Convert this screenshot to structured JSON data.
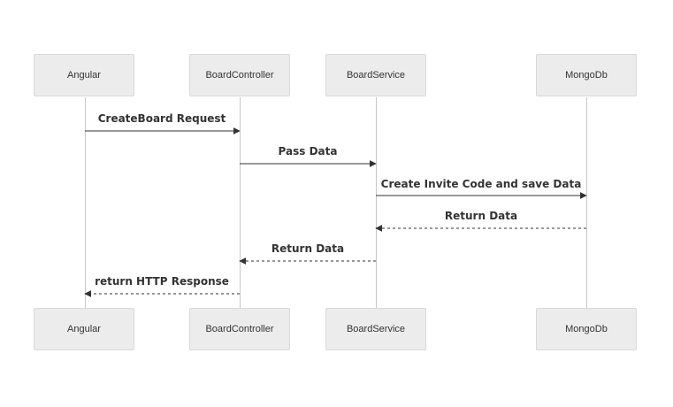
{
  "participants": [
    {
      "id": "angular",
      "label": "Angular"
    },
    {
      "id": "boardcontroller",
      "label": "BoardController"
    },
    {
      "id": "boardservice",
      "label": "BoardService"
    },
    {
      "id": "mongodb",
      "label": "MongoDb"
    }
  ],
  "messages": [
    {
      "from": "angular",
      "to": "boardcontroller",
      "label": "CreateBoard Request",
      "style": "solid"
    },
    {
      "from": "boardcontroller",
      "to": "boardservice",
      "label": "Pass Data",
      "style": "solid"
    },
    {
      "from": "boardservice",
      "to": "mongodb",
      "label": "Create Invite Code and save Data",
      "style": "solid"
    },
    {
      "from": "mongodb",
      "to": "boardservice",
      "label": "Return Data",
      "style": "dashed"
    },
    {
      "from": "boardservice",
      "to": "boardcontroller",
      "label": "Return Data",
      "style": "dashed"
    },
    {
      "from": "boardcontroller",
      "to": "angular",
      "label": "return HTTP Response",
      "style": "dashed"
    }
  ],
  "colors": {
    "actor_fill": "#ececec",
    "line": "#333333",
    "lifeline": "#c8c8c8"
  }
}
